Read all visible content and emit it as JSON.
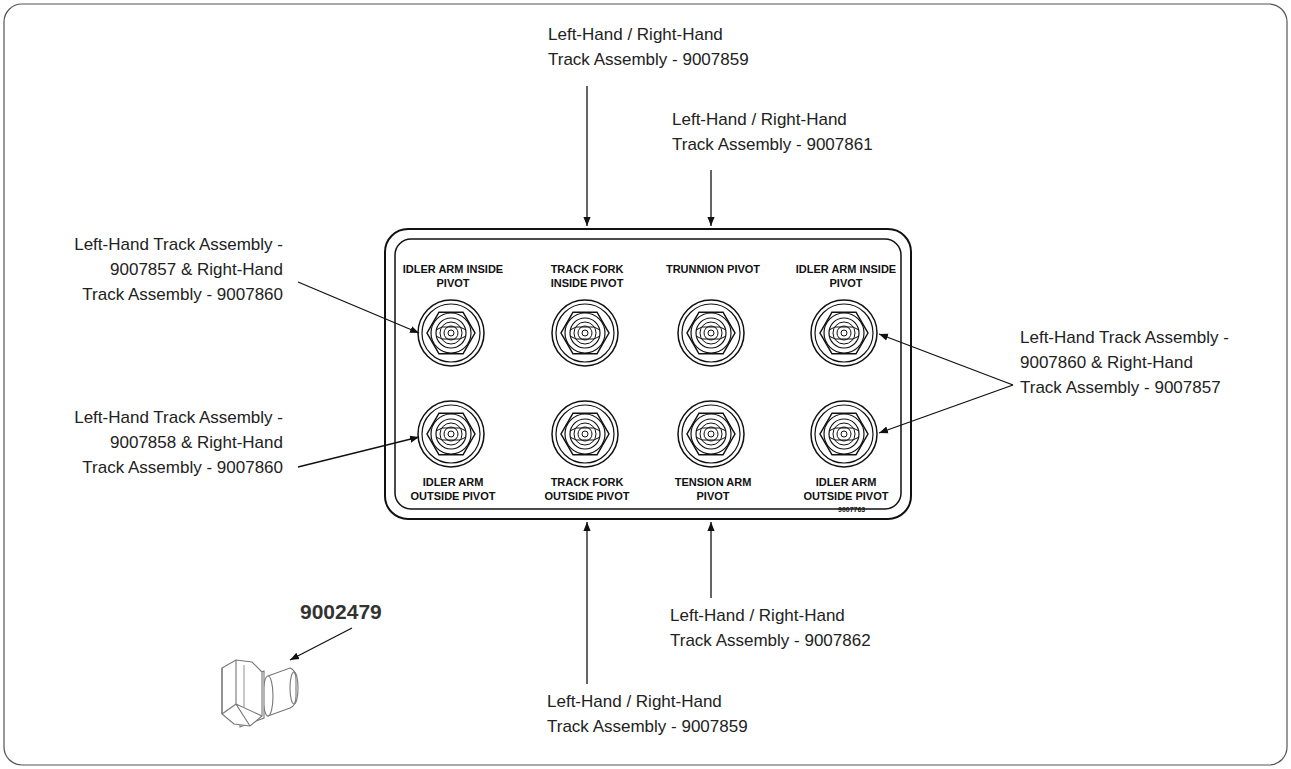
{
  "diagram": {
    "nodes": [
      {
        "text": [
          "IDLER ARM INSIDE PIVOT",
          "TRACK FORK INSIDE PIVOT",
          "TRUNNION PIVOT",
          "IDLER ARM INSIDE PIVOT",
          "IDLER ARM OUTSIDE PIVOT",
          "TRACK FORK OUTSIDE PIVOT",
          "TENSION ARM PIVOT",
          "IDLER ARM OUTSIDE PIVOT",
          "9007763"
        ]
      }
    ],
    "labels": [
      "Left-Hand / Right-Hand Track Assembly - 9007859",
      "Left-Hand / Right-Hand Track Assembly - 9007861",
      "Left-Hand Track Assembly - 9007857 & Right-Hand Track Assembly - 9007860",
      "Left-Hand Track Assembly - 9007858 & Right-Hand Track Assembly - 9007860",
      "Left-Hand Track Assembly - 9007860 & Right-Hand Track Assembly - 9007857",
      "Left-Hand / Right-Hand Track Assembly - 9007862",
      "Left-Hand / Right-Hand Track Assembly - 9007859",
      "9002479"
    ]
  }
}
